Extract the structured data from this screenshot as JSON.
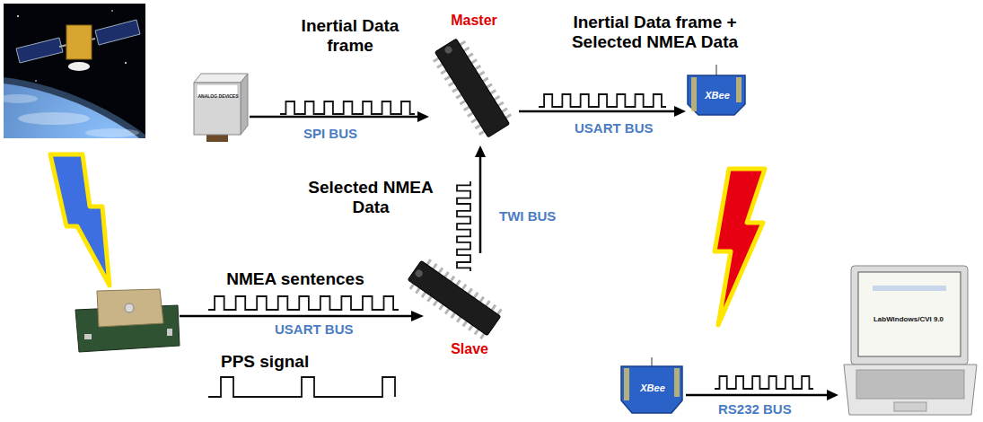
{
  "diagram": {
    "nodes": [
      {
        "text": [
          "ANALOG DEVICES"
        ]
      },
      {
        "text": [
          "Master"
        ]
      },
      {
        "text": [
          "XBee"
        ]
      },
      {
        "text": [
          "Slave"
        ]
      },
      {
        "text": [
          "XBee"
        ]
      },
      {
        "text": [
          "LabWindows/CVI 9.0"
        ]
      }
    ],
    "edges": [
      {
        "from": 0,
        "to": 1,
        "arrow": "to",
        "label": "SPI BUS"
      },
      {
        "from": 1,
        "to": 2,
        "arrow": "to",
        "label": "USART BUS"
      },
      {
        "from": 3,
        "to": 1,
        "arrow": "to",
        "label": "TWI BUS"
      },
      {
        "from": 4,
        "to": 5,
        "arrow": "to",
        "label": "RS232 BUS"
      }
    ],
    "labels": [
      "Inertial Data frame",
      "Inertial Data frame + Selected NMEA Data",
      "Selected NMEA Data",
      "NMEA sentences",
      "USART BUS",
      "PPS signal"
    ]
  }
}
